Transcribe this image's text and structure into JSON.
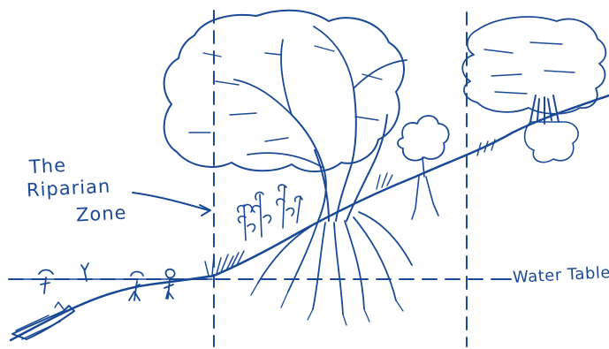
{
  "labels": {
    "the": "The",
    "riparian": "Riparian",
    "zone": "Zone",
    "water_table": "Water Table"
  },
  "colors": {
    "ink": "#1a4a96",
    "background": "#ffffff"
  }
}
